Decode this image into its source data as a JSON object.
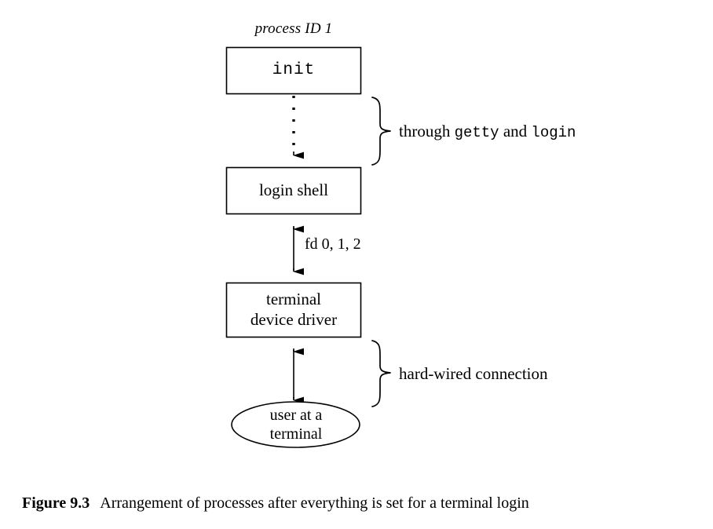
{
  "figure": {
    "number_label": "Figure 9.3",
    "caption_text": "Arrangement of processes after everything is set for a terminal login",
    "background_color": "#ffffff",
    "stroke_color": "#000000"
  },
  "annotations": {
    "process_id": "process ID 1"
  },
  "nodes": [
    {
      "id": "init",
      "shape": "rectangle",
      "label": "init",
      "font": "monospace"
    },
    {
      "id": "login-shell",
      "shape": "rectangle",
      "label": "login shell",
      "font": "serif"
    },
    {
      "id": "tty-driver",
      "shape": "rectangle",
      "label": "terminal\ndevice driver",
      "font": "serif"
    },
    {
      "id": "user",
      "shape": "ellipse",
      "label": "user at a\nterminal",
      "font": "serif"
    }
  ],
  "edges": [
    {
      "id": "init-to-shell",
      "style": "dotted",
      "arrows": "single-down",
      "label": ""
    },
    {
      "id": "shell-to-driver",
      "style": "solid",
      "arrows": "double",
      "label": "fd 0, 1, 2"
    },
    {
      "id": "driver-to-user",
      "style": "solid",
      "arrows": "double",
      "label": ""
    }
  ],
  "braces": [
    {
      "id": "brace-getty-login",
      "label_parts": [
        {
          "text": "through ",
          "font": "serif"
        },
        {
          "text": "getty",
          "font": "monospace"
        },
        {
          "text": " and ",
          "font": "serif"
        },
        {
          "text": "login",
          "font": "monospace"
        }
      ],
      "label_plain": "through getty and login"
    },
    {
      "id": "brace-hard-wired",
      "label_parts": [
        {
          "text": "hard-wired connection",
          "font": "serif"
        }
      ],
      "label_plain": "hard-wired connection"
    }
  ]
}
